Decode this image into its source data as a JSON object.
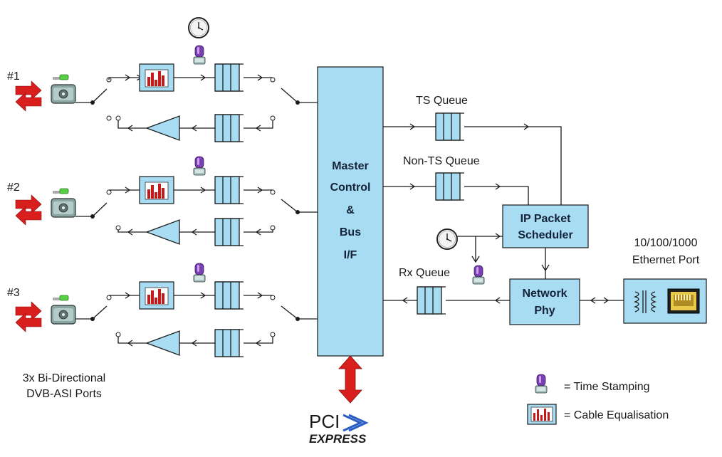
{
  "ports": [
    {
      "label": "#1"
    },
    {
      "label": "#2"
    },
    {
      "label": "#3"
    }
  ],
  "ports_caption_line1": "3x Bi-Directional",
  "ports_caption_line2": "DVB-ASI Ports",
  "master": {
    "line1": "Master",
    "line2": "Control",
    "line3": "&",
    "line4": "Bus",
    "line5": "I/F"
  },
  "queues": {
    "ts": "TS Queue",
    "non_ts": "Non-TS Queue",
    "rx": "Rx Queue"
  },
  "scheduler": {
    "line1": "IP Packet",
    "line2": "Scheduler"
  },
  "phy": {
    "line1": "Network",
    "line2": "Phy"
  },
  "ethernet": {
    "line1": "10/100/1000",
    "line2": "Ethernet Port"
  },
  "legend": {
    "time_stamping": "= Time Stamping",
    "cable_equalisation": "= Cable Equalisation"
  },
  "pci": {
    "line1": "PCI",
    "line2": "EXPRESS"
  },
  "colors": {
    "block_fill": "#a8dcf2",
    "arrow_red": "#d91e1e",
    "equaliser_bars": "#c41a1a",
    "stamp_purple": "#7a3fb0"
  }
}
